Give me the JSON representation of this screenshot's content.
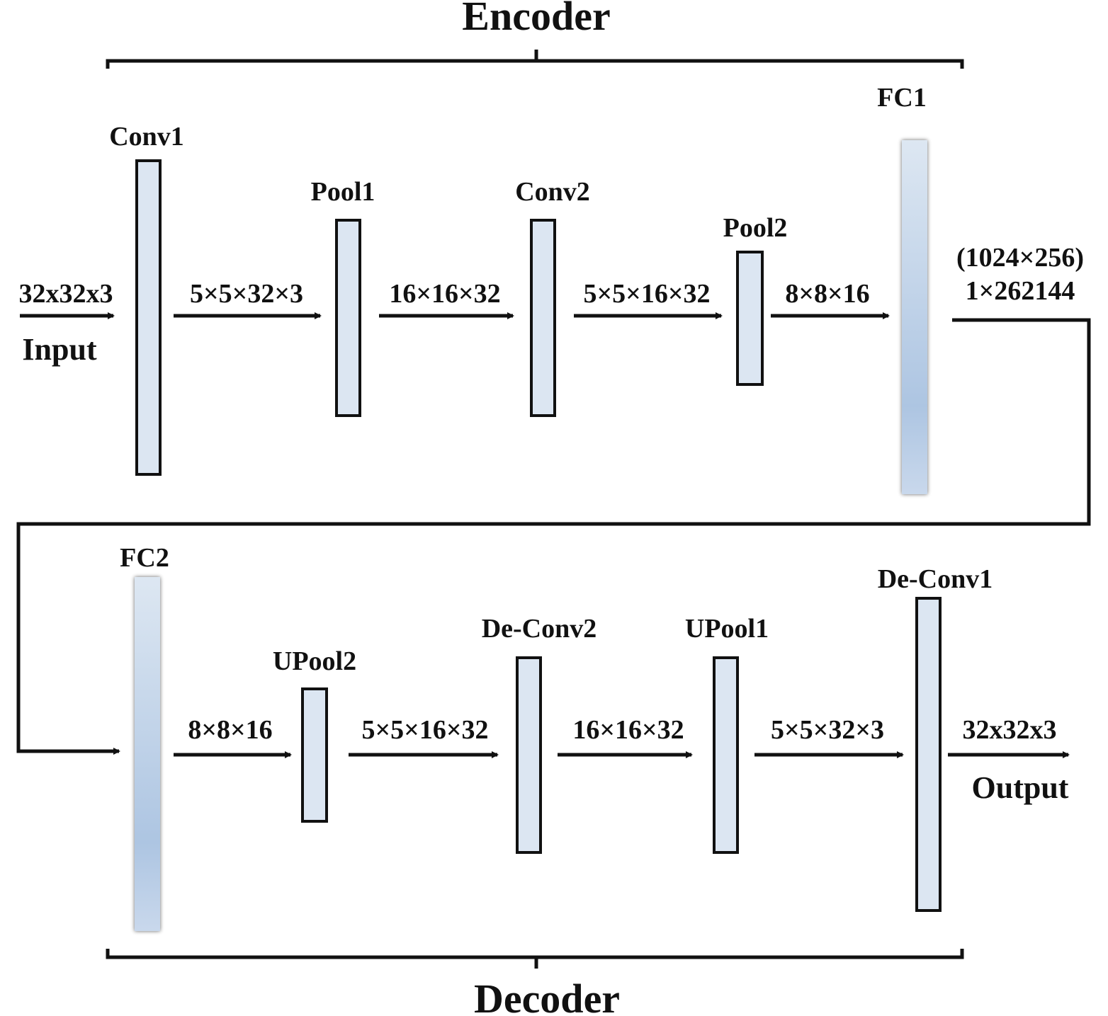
{
  "encoder": {
    "title": "Encoder",
    "input_label": "Input",
    "input_size": "32x32x3",
    "layers": [
      "Conv1",
      "Pool1",
      "Conv2",
      "Pool2",
      "FC1"
    ],
    "edges": [
      "5×5×32×3",
      "16×16×32",
      "5×5×16×32",
      "8×8×16"
    ],
    "fc1_shape": "(1024×256)",
    "fc1_size": "1×262144"
  },
  "decoder": {
    "title": "Decoder",
    "output_label": "Output",
    "output_size": "32x32x3",
    "layers": [
      "FC2",
      "UPool2",
      "De-Conv2",
      "UPool1",
      "De-Conv1"
    ],
    "edges": [
      "8×8×16",
      "5×5×16×32",
      "16×16×32",
      "5×5×32×3"
    ]
  },
  "colors": {
    "layer_fill": "#dce6f2",
    "fc_fill_top": "#dbe5f1",
    "fc_fill_mid": "#b0c7e3",
    "stroke": "#111111"
  }
}
